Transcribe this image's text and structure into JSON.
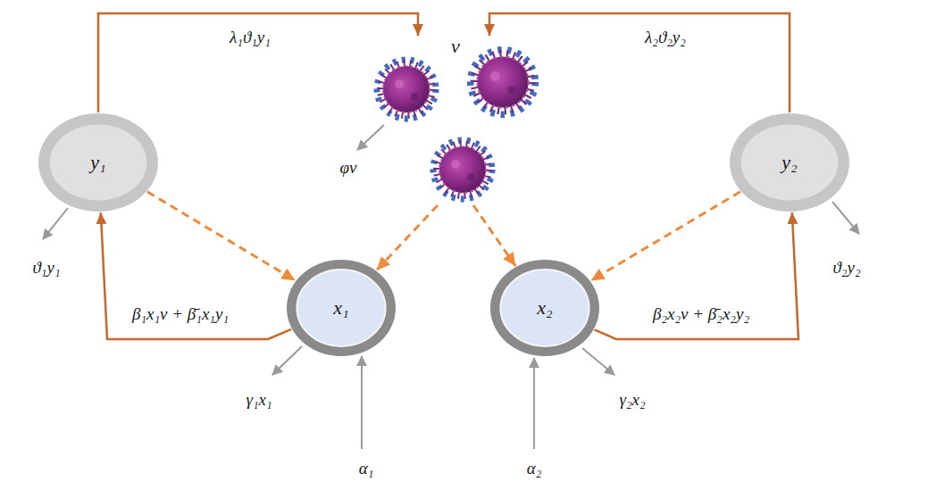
{
  "diagram": {
    "nodes": [
      {
        "text": [
          "v"
        ]
      },
      {
        "text": [
          "y₁"
        ]
      },
      {
        "text": [
          "y₂"
        ]
      },
      {
        "text": [
          "x₁"
        ]
      },
      {
        "text": [
          "x₂"
        ]
      }
    ],
    "edges": [
      {
        "from": 1,
        "to": 0,
        "arrow": "to",
        "label": "λ₁ϑ₁y₁"
      },
      {
        "from": 2,
        "to": 0,
        "arrow": "to",
        "label": "λ₂ϑ₂y₂"
      },
      {
        "from": 3,
        "to": 1,
        "arrow": "to",
        "label": "β₁x₁v + β̄₁x₁y₁"
      },
      {
        "from": 4,
        "to": 2,
        "arrow": "to",
        "label": "β₂x₂v + β̄₂x₂y₂"
      },
      {
        "from": 1,
        "to": 3,
        "arrow": "to"
      },
      {
        "from": 0,
        "to": 3,
        "arrow": "to"
      },
      {
        "from": 0,
        "to": 4,
        "arrow": "to"
      },
      {
        "from": 2,
        "to": 4,
        "arrow": "to"
      }
    ],
    "labels": [
      "φv",
      "ϑ₁y₁",
      "γ₁x₁",
      "α₁",
      "α₂",
      "γ₂x₂",
      "ϑ₂y₂"
    ]
  }
}
